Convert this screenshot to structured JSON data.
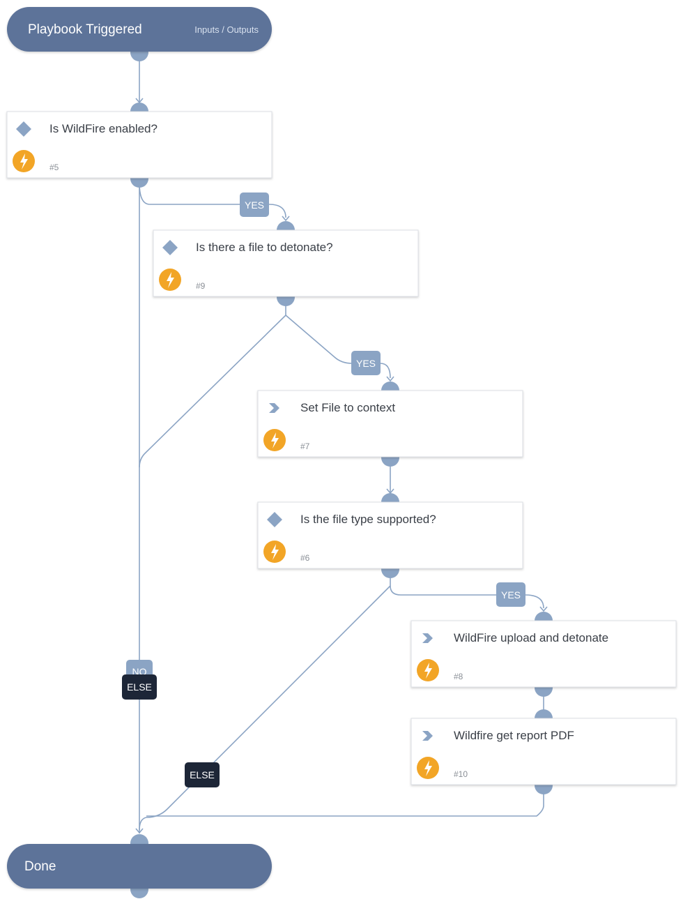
{
  "start_node": {
    "title": "Playbook Triggered",
    "link": "Inputs / Outputs"
  },
  "end_node": {
    "title": "Done"
  },
  "tasks": [
    {
      "title": "Is WildFire enabled?",
      "number": "#5",
      "kind": "condition",
      "icon": "diamond-icon"
    },
    {
      "title": "Is there a file to detonate?",
      "number": "#9",
      "kind": "condition",
      "icon": "diamond-icon"
    },
    {
      "title": "Set File to context",
      "number": "#7",
      "kind": "regular",
      "icon": "chevron-icon"
    },
    {
      "title": "Is the file type supported?",
      "number": "#6",
      "kind": "condition",
      "icon": "diamond-icon"
    },
    {
      "title": "WildFire upload and detonate",
      "number": "#8",
      "kind": "regular",
      "icon": "chevron-icon"
    },
    {
      "title": "Wildfire get report PDF",
      "number": "#10",
      "kind": "regular",
      "icon": "chevron-icon"
    }
  ],
  "labels": {
    "yes1": "YES",
    "yes2": "YES",
    "yes3": "YES",
    "no": "NO",
    "else1": "ELSE",
    "else2": "ELSE"
  },
  "colors": {
    "pill": "#5d7399",
    "connector": "#8ba4c4",
    "else_badge": "#1d2637",
    "bolt": "#f2a526"
  }
}
